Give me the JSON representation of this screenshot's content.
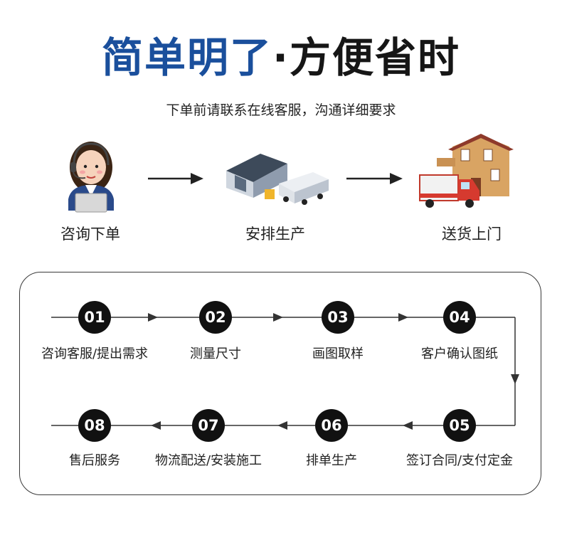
{
  "header": {
    "title_part1": "简单明了",
    "title_sep": "·",
    "title_part2": "方便省时",
    "subtitle": "下单前请联系在线客服，沟通详细要求"
  },
  "top_steps": [
    {
      "label": "咨询下单",
      "icon": "customer-service-icon"
    },
    {
      "label": "安排生产",
      "icon": "factory-warehouse-icon"
    },
    {
      "label": "送货上门",
      "icon": "delivery-house-icon"
    }
  ],
  "process": [
    {
      "num": "01",
      "label": "咨询客服/提出需求"
    },
    {
      "num": "02",
      "label": "测量尺寸"
    },
    {
      "num": "03",
      "label": "画图取样"
    },
    {
      "num": "04",
      "label": "客户确认图纸"
    },
    {
      "num": "05",
      "label": "签订合同/支付定金"
    },
    {
      "num": "06",
      "label": "排单生产"
    },
    {
      "num": "07",
      "label": "物流配送/安装施工"
    },
    {
      "num": "08",
      "label": "售后服务"
    }
  ],
  "colors": {
    "title_blue": "#1a4f9c",
    "title_dark": "#161616",
    "circle": "#111111",
    "line": "#333333"
  }
}
